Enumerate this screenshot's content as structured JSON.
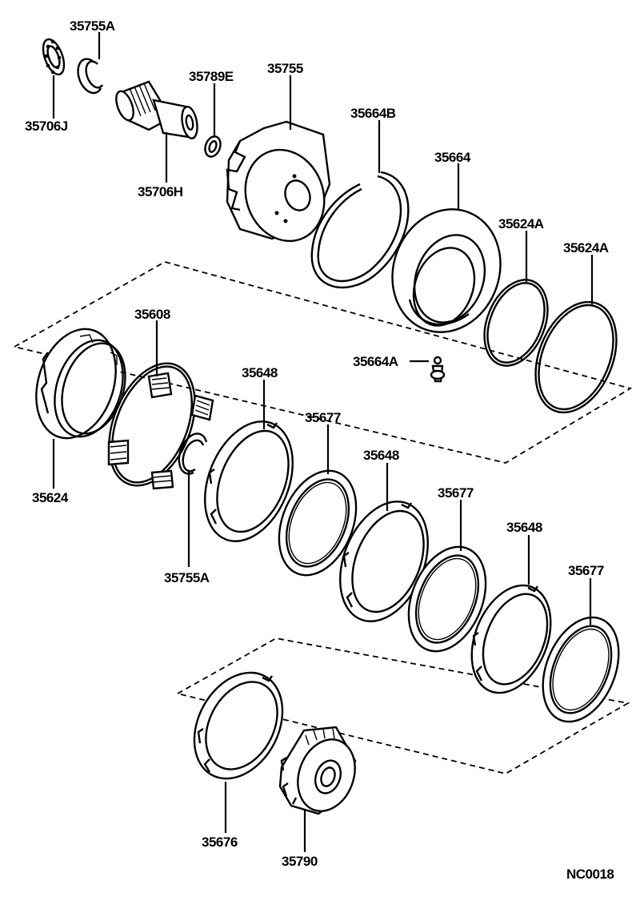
{
  "diagram": {
    "labels": {
      "p35755A_top": "35755A",
      "p35706J": "35706J",
      "p35789E": "35789E",
      "p35755": "35755",
      "p35706H": "35706H",
      "p35664B": "35664B",
      "p35664": "35664",
      "p35624A_1": "35624A",
      "p35624A_2": "35624A",
      "p35608": "35608",
      "p35664A": "35664A",
      "p35648_1": "35648",
      "p35677_1": "35677",
      "p35648_2": "35648",
      "p35624": "35624",
      "p35677_2": "35677",
      "p35648_3": "35648",
      "p35755A_bottom": "35755A",
      "p35677_3": "35677",
      "p35676": "35676",
      "p35790": "35790",
      "code": "NC0018"
    }
  }
}
